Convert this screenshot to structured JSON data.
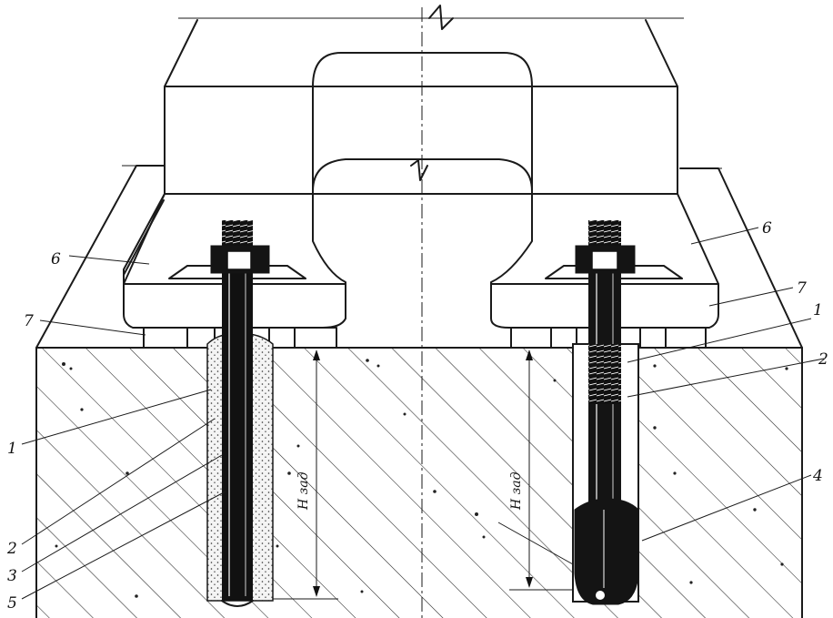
{
  "labels": {
    "l1_left": "1",
    "l2_left": "2",
    "l3_left": "3",
    "l5_left": "5",
    "l6_left": "6",
    "l7_left": "7",
    "l1_right": "1",
    "l2_right": "2",
    "l4_right": "4",
    "l6_right": "6",
    "l7_right": "7"
  },
  "dimensions": {
    "left_depth": "H зад",
    "right_depth": "H зад"
  },
  "colors": {
    "ink": "#1a1a1a",
    "background": "#ffffff"
  }
}
